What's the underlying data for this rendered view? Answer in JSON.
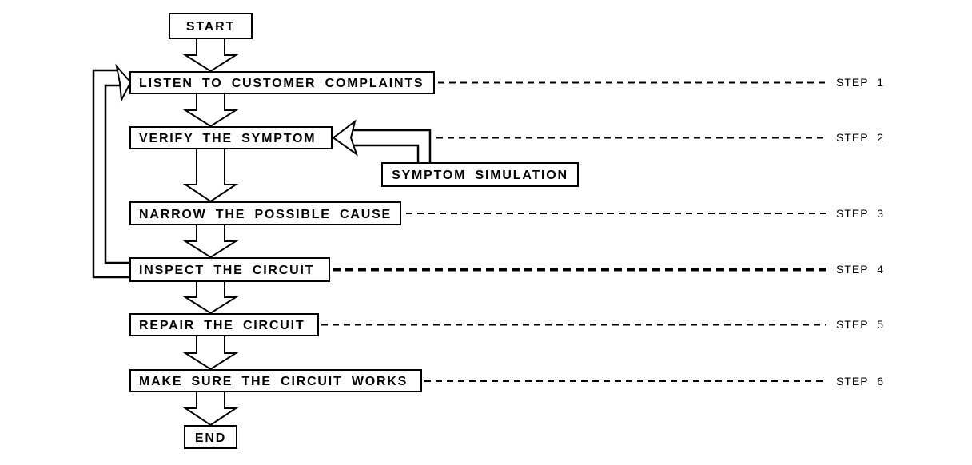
{
  "diagram": {
    "type": "flowchart",
    "nodes": {
      "start": "START",
      "listen": "LISTEN TO CUSTOMER COMPLAINTS",
      "verify": "VERIFY THE SYMPTOM",
      "symptom_simulation": "SYMPTOM SIMULATION",
      "narrow": "NARROW THE POSSIBLE CAUSE",
      "inspect": "INSPECT THE CIRCUIT",
      "repair": "REPAIR THE CIRCUIT",
      "make_sure": "MAKE SURE THE CIRCUIT WORKS",
      "end": "END"
    },
    "step_labels": {
      "step1": "STEP 1",
      "step2": "STEP 2",
      "step3": "STEP 3",
      "step4": "STEP 4",
      "step5": "STEP 5",
      "step6": "STEP 6"
    },
    "colors": {
      "line": "#000000",
      "background": "#ffffff",
      "box_fill": "#ffffff"
    }
  }
}
